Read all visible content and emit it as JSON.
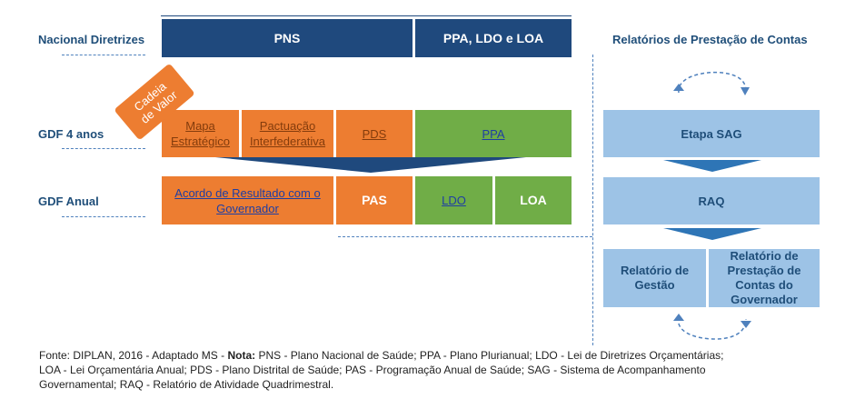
{
  "rows": {
    "nacional": "Nacional Diretrizes",
    "gdf4": "GDF 4 anos",
    "gdfanual": "GDF Anual"
  },
  "right_title": "Relatórios de Prestação de Contas",
  "badge": {
    "line1": "Cadeia",
    "line2": "de Valor"
  },
  "boxes": {
    "pns": "PNS",
    "ppa_ldo_loa": "PPA, LDO e LOA",
    "mapa": "Mapa Estratégico",
    "pactuacao": "Pactuação Interfederativa",
    "pds": "PDS",
    "ppa": "PPA",
    "acordo": "Acordo de Resultado com o Governador",
    "pas": "PAS",
    "ldo": "LDO",
    "loa": "LOA",
    "etapa_sag": "Etapa SAG",
    "raq": "RAQ",
    "relatorio_gestao": "Relatório de Gestão",
    "relatorio_prestacao": "Relatório de Prestação de Contas do Governador"
  },
  "caption": {
    "prefix": "Fonte: DIPLAN, 2016 - Adaptado MS - ",
    "nota_label": "Nota:",
    "line1_rest": " PNS - Plano Nacional de Saúde; PPA - Plano Plurianual; LDO - Lei de Diretrizes Orçamentárias;",
    "line2": "LOA - Lei Orçamentária Anual; PDS - Plano Distrital de Saúde; PAS - Programação Anual de Saúde;  SAG - Sistema de Acompanhamento",
    "line3": "Governamental; RAQ - Relatório de Atividade Quadrimestral."
  },
  "colors": {
    "navy": "#1f497d",
    "orange": "#ed7d31",
    "green": "#70ad47",
    "light_blue": "#9dc3e6",
    "arrow_blue": "#2e75b6"
  }
}
